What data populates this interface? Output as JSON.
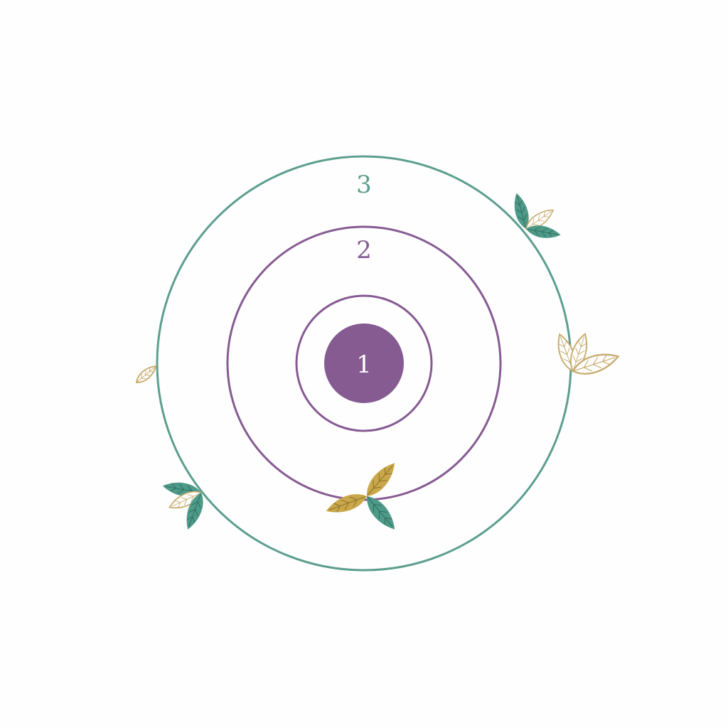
{
  "diagram": {
    "rings": [
      {
        "label": "3",
        "color": "#5c9e8f"
      },
      {
        "label": "2",
        "color": "#865b92"
      },
      {
        "label": "",
        "color": "#865b92"
      }
    ],
    "core": {
      "label": "1",
      "fill": "#865b92",
      "text_color": "#ffffff"
    }
  },
  "decor": {
    "leaf_teal": "#4e9a88",
    "leaf_gold": "#c9a74a",
    "leaf_outline": "#c7ab6c"
  }
}
